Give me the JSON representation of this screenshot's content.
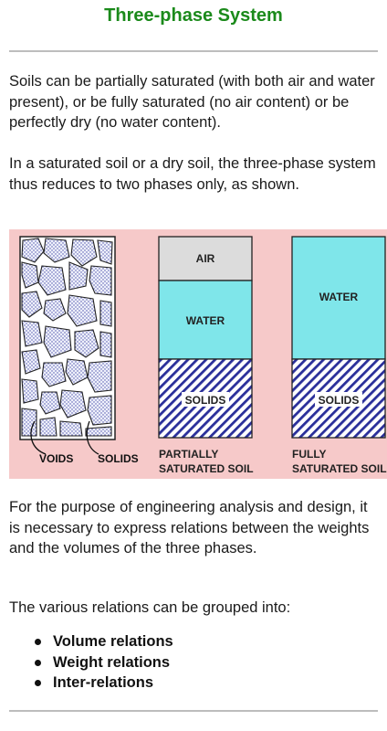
{
  "title": "Three-phase System",
  "paragraphs": {
    "p1": "Soils can be partially saturated (with both air and water present), or be fully saturated (no air content) or be perfectly dry (no water content).",
    "p2": "In a saturated soil or a dry soil, the three-phase system thus reduces to two phases only, as shown.",
    "p3": "For the purpose of engineering analysis and design, it is necessary to express relations between the weights and the volumes of the three phases.",
    "p4": "The various relations can be grouped into:"
  },
  "figure": {
    "labels": {
      "voids": "VOIDS",
      "solids_grain": "SOLIDS",
      "air": "AIR",
      "water_partial": "WATER",
      "solids_partial": "SOLIDS",
      "water_full": "WATER",
      "solids_full": "SOLIDS",
      "caption_partial_1": "PARTIALLY",
      "caption_partial_2": "SATURATED SOIL",
      "caption_full_1": "FULLY",
      "caption_full_2": "SATURATED SOIL"
    },
    "colors": {
      "background": "#f6c9c9",
      "air": "#dcdcdc",
      "water": "#7fe6ea",
      "solids_hatch": "#2a2f9a"
    }
  },
  "list": [
    "Volume relations",
    "Weight relations",
    "Inter-relations"
  ]
}
